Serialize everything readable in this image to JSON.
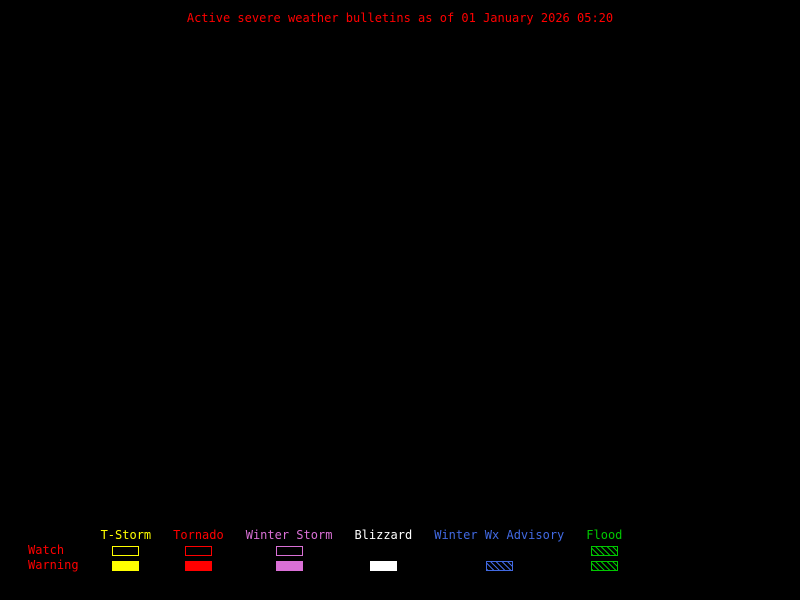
{
  "title": {
    "text": "Active severe weather bulletins as of 01 January 2026 05:20",
    "color": "#ff0000"
  },
  "map": {
    "background_color": "#000000"
  },
  "legend": {
    "watch_label": "Watch",
    "warning_label": "Warning",
    "row_label_color": "#ff0000",
    "columns": [
      {
        "label": "T-Storm",
        "color": "#ffff00",
        "watch_style": "outline",
        "warning_style": "filled"
      },
      {
        "label": "Tornado",
        "color": "#ff0000",
        "watch_style": "outline",
        "warning_style": "filled"
      },
      {
        "label": "Winter Storm",
        "color": "#da70d6",
        "watch_style": "outline",
        "warning_style": "filled"
      },
      {
        "label": "Blizzard",
        "color": "#ffffff",
        "watch_style": "none",
        "warning_style": "filled"
      },
      {
        "label": "Winter Wx Advisory",
        "color": "#4169e1",
        "watch_style": "none",
        "warning_style": "hatched"
      },
      {
        "label": "Flood",
        "color": "#00c800",
        "watch_style": "hatched",
        "warning_style": "hatched"
      }
    ]
  }
}
